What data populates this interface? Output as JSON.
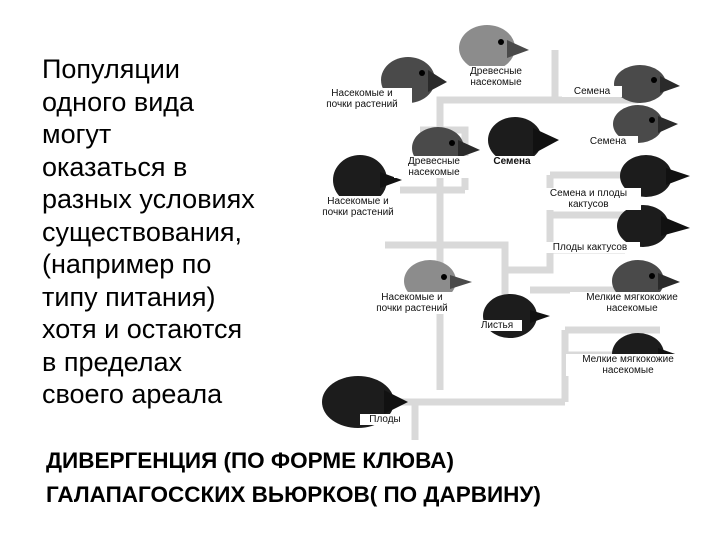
{
  "text_block": "Популяции\nодного вида\nмогут\nоказаться в\nразных условиях\nсуществования,\n(например по\nтипу питания)\nхотя и остаются\nв пределах\nсвоего ареала",
  "heading": "ДИВЕРГЕНЦИЯ (ПО ФОРМЕ КЛЮВА)\nГАЛАПАГОССКИХ ВЬЮРКОВ( ПО ДАРВИНУ)",
  "labels": {
    "insects_buds_1": "Насекомые и\nпочки растений",
    "tree_insects_1": "Древесные\nнасекомые",
    "seeds_1": "Семена",
    "seeds_2": "Семена",
    "tree_insects_2": "Древесные\nнасекомые",
    "seeds_3": "Семена",
    "seeds_fruits": "Семена и плоды\nкактусов",
    "insects_buds_2": "Насекомые и\nпочки растений",
    "cactus_fruits": "Плоды кактусов",
    "insects_buds_3": "Насекомые и\nпочки растений",
    "soft_insects_1": "Мелкие мягкокожие\nнасекомые",
    "leaves": "Листья",
    "soft_insects_2": "Мелкие мягкокожие\nнасекомые",
    "fruits": "Плоды"
  },
  "colors": {
    "tree": "#d9d9d9",
    "bird_dark": "#1c1c1c",
    "bird_mid": "#4a4a4a",
    "bird_light": "#8c8c8c"
  }
}
